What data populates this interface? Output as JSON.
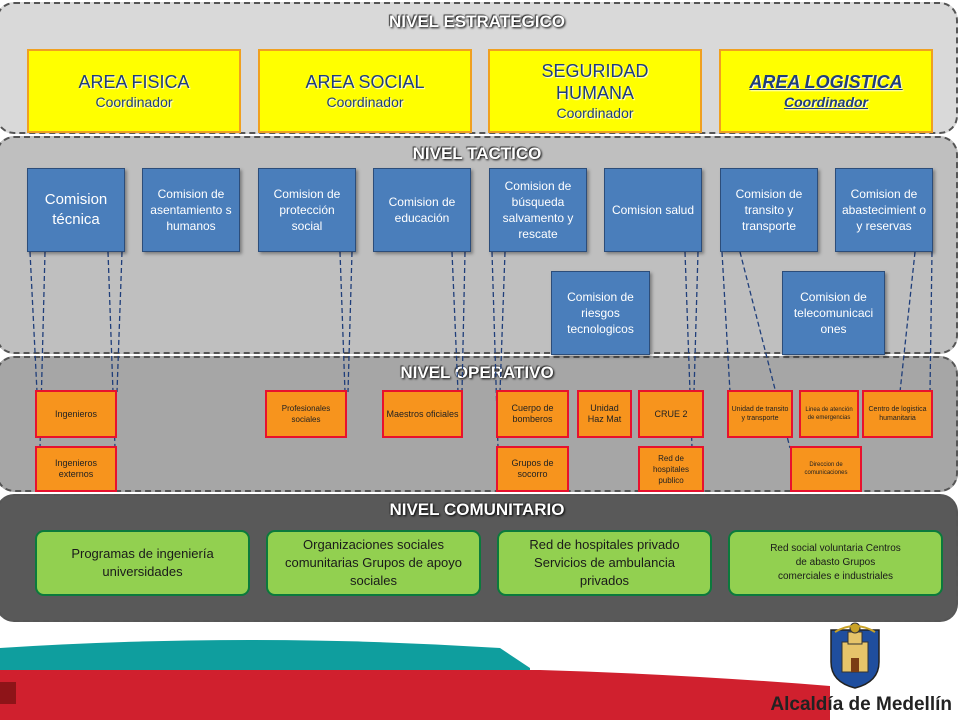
{
  "levels": {
    "strategic": "NIVEL ESTRATEGICO",
    "tactical": "NIVEL TACTICO",
    "operative": "NIVEL OPERATIVO",
    "community": "NIVEL COMUNITARIO"
  },
  "strategic_boxes": [
    {
      "title": "AREA FISICA",
      "sub": "Coordinador"
    },
    {
      "title": "AREA SOCIAL",
      "sub": "Coordinador"
    },
    {
      "title": "SEGURIDAD HUMANA",
      "sub": "Coordinador"
    },
    {
      "title": "AREA LOGISTICA",
      "sub": "Coordinador"
    }
  ],
  "tactical_boxes": [
    "Comision técnica",
    "Comision de asentamiento s humanos",
    "Comision de protección social",
    "Comision de educación",
    "Comision de búsqueda salvamento y rescate",
    "Comision salud",
    "Comision de transito y transporte",
    "Comision de abastecimient o y reservas",
    "Comision de riesgos tecnologicos",
    "Comision de telecomunicaci ones"
  ],
  "operative_boxes": [
    "Ingenieros",
    "Ingenieros externos",
    "Profesionales sociales",
    "Maestros oficiales",
    "Cuerpo de bomberos",
    "Grupos de socorro",
    "Unidad Haz Mat",
    "CRUE 2",
    "Red de hospitales publico",
    "Unidad de transito y transporte",
    "Linea de atención de emergencias",
    "Centro de logistica humanitaria",
    "Direccion de comunicaciones"
  ],
  "community_boxes": [
    "Programas de ingeniería universidades",
    "Organizaciones sociales comunitarias Grupos de apoyo sociales",
    "Red de hospitales privado Servicios de ambulancia privados",
    "Red social voluntaria Centros de abasto Grupos comerciales e industriales"
  ],
  "footer": {
    "logo_text": "Alcaldía de Medellín"
  },
  "colors": {
    "strategic_band": "#d9d9d9",
    "tactical_band": "#bfbfbf",
    "operative_band": "#a6a6a6",
    "community_band": "#595959",
    "yellow_box": "#ffff00",
    "blue_box": "#4a7ebb",
    "orange_box": "#f7941d",
    "green_box": "#92d050",
    "footer_teal": "#0f9e9e",
    "footer_red": "#d0202e"
  }
}
